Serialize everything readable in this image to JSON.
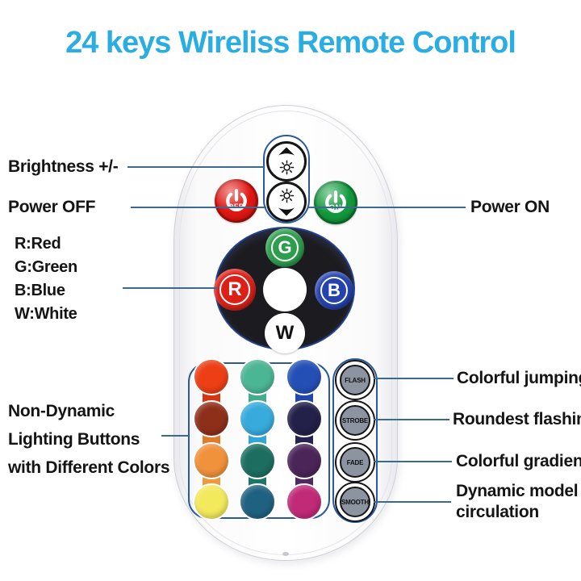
{
  "title": "24 keys Wireliss Remote Control",
  "colors": {
    "title": "#29ade3",
    "annotation_line": "#3a6a94",
    "box_outline": "#2a5a9e",
    "power_off": "#e01712",
    "power_on": "#12993d",
    "pad_r": "#dc1f17",
    "pad_g": "#2d9e4d",
    "pad_b": "#2443ae",
    "mode_button_fill": "#8c94a2"
  },
  "annotations": {
    "brightness": "Brightness +/-",
    "power_off": "Power OFF",
    "rgbw": [
      "R:Red",
      "G:Green",
      "B:Blue",
      "W:White"
    ],
    "non_dynamic": [
      "Non-Dynamic",
      "Lighting Buttons",
      "with Different Colors"
    ],
    "power_on": "Power ON",
    "flash": "Colorful jumping",
    "strobe": "Roundest flashing",
    "fade": "Colorful gradient",
    "smooth_line1": "Dynamic model",
    "smooth_line2": "circulation"
  },
  "remote": {
    "power_off_label": "OFF",
    "power_on_label": "ON",
    "pad": {
      "g": "G",
      "r": "R",
      "b": "B",
      "w": "W"
    },
    "mode_buttons": [
      "FLASH",
      "STROBE",
      "FADE",
      "SMOOTH"
    ],
    "grid": {
      "columns": [
        {
          "buttons": [
            "#ed3f16",
            "#8e2f1a",
            "#f0913c",
            "#f3e95d"
          ],
          "strips": [
            "#d83312",
            "#e07b2c",
            "#ee9a3a"
          ]
        },
        {
          "buttons": [
            "#4bb694",
            "#38aadc",
            "#1d6e60",
            "#1f6180"
          ],
          "strips": [
            "#43ad8b",
            "#33a5d6",
            "#1d7468"
          ]
        },
        {
          "buttons": [
            "#2450b6",
            "#232049",
            "#4b2458",
            "#c02a77"
          ],
          "strips": [
            "#2048ac",
            "#262351",
            "#4e2a5f"
          ]
        }
      ]
    }
  }
}
